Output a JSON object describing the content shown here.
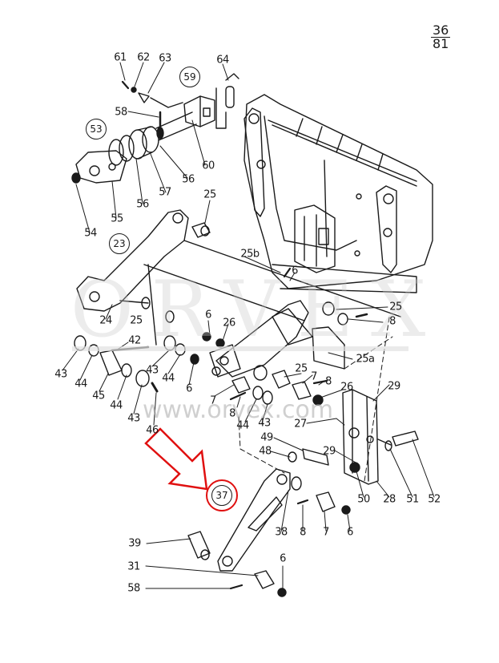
{
  "page_reference": {
    "numerator": "36",
    "denominator": "81"
  },
  "watermark": {
    "brand": "ORVEX",
    "url": "www.orvex.com"
  },
  "highlight": {
    "assembly": "37",
    "color": "#e01010",
    "pointer": "red outlined arrow"
  },
  "assembly_callouts": [
    {
      "id": "59"
    },
    {
      "id": "53"
    },
    {
      "id": "23"
    },
    {
      "id": "37"
    }
  ],
  "part_labels": [
    "61",
    "62",
    "63",
    "64",
    "58",
    "60",
    "56",
    "57",
    "56",
    "55",
    "54",
    "25",
    "24",
    "25",
    "6",
    "26",
    "25b",
    "6",
    "25",
    "8",
    "25a",
    "42",
    "43",
    "44",
    "45",
    "44",
    "43",
    "46",
    "43",
    "44",
    "6",
    "25",
    "7",
    "8",
    "26",
    "29",
    "7",
    "8",
    "44",
    "43",
    "27",
    "49",
    "48",
    "29",
    "50",
    "28",
    "51",
    "52",
    "38",
    "8",
    "7",
    "6",
    "39",
    "31",
    "58",
    "6"
  ]
}
